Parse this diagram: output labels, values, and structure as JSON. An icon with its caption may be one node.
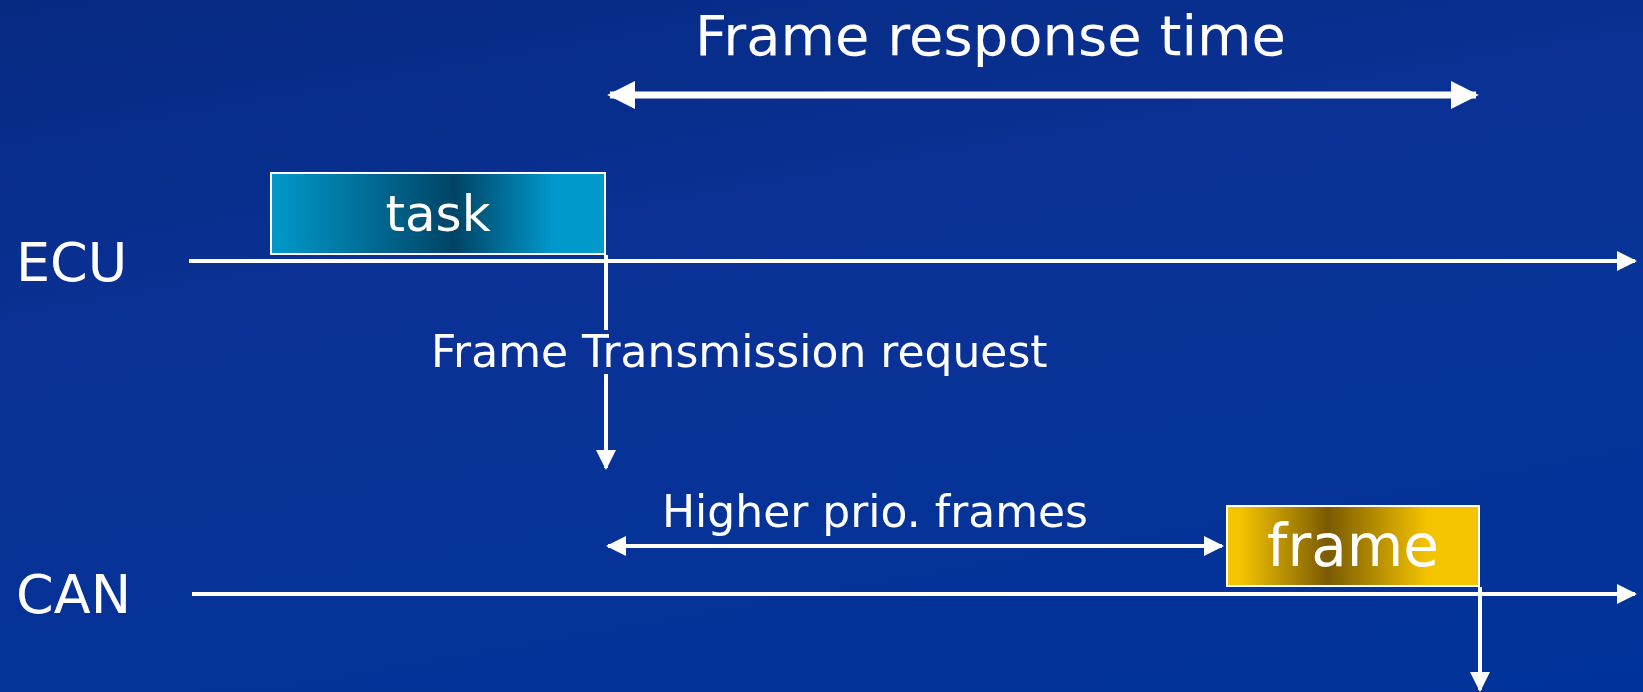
{
  "diagram": {
    "nodes": [
      {
        "text": [
          "task"
        ]
      },
      {
        "text": [
          "frame"
        ]
      }
    ],
    "edges": [
      {
        "from": 0,
        "to": null,
        "arrow": "to",
        "label": "Frame Transmission request"
      },
      {
        "from": 1,
        "to": null,
        "arrow": "to"
      }
    ],
    "labels": [
      "Frame response time",
      "ECU",
      "Higher prio. frames",
      "CAN"
    ]
  }
}
